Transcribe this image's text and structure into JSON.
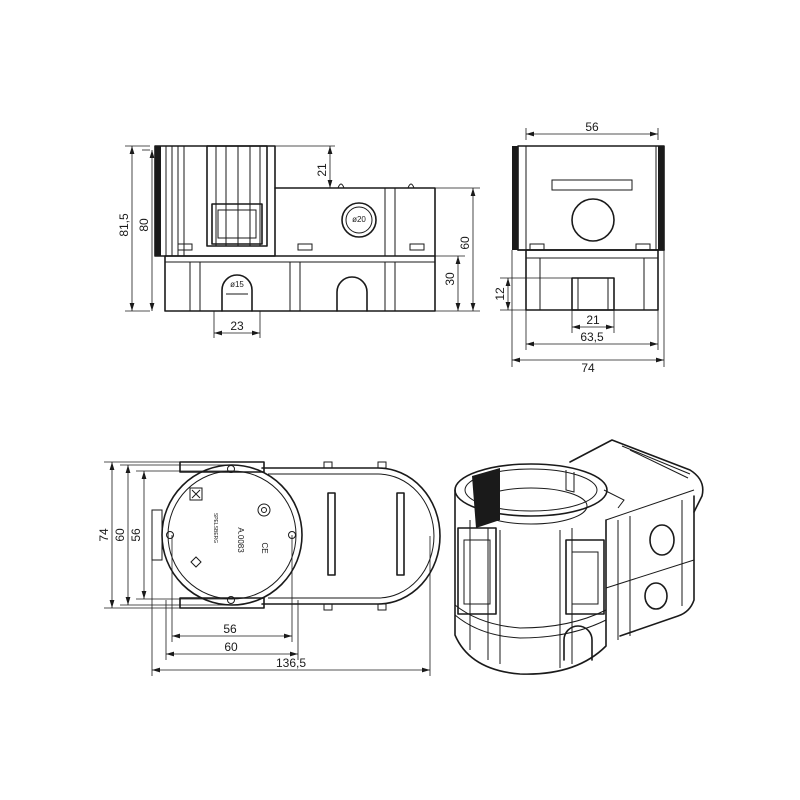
{
  "front_view": {
    "dim_total_height": "81,5",
    "dim_height": "80",
    "dim_top_offset": "21",
    "dim_body_height": "60",
    "dim_lower_height": "30",
    "dim_knockout_width": "23",
    "hole_small": "ø15",
    "hole_large": "ø20"
  },
  "side_view": {
    "dim_top_width": "56",
    "dim_slot_height": "12",
    "dim_slot_width": "21",
    "dim_base_width": "63,5",
    "dim_overall_width": "74"
  },
  "top_view": {
    "dim_overall_height": "74",
    "dim_outer_diameter": "60",
    "dim_inner_diameter": "56",
    "dim_width_56": "56",
    "dim_width_60": "60",
    "dim_total_length": "136,5",
    "part_number": "A.0083",
    "brand_text": "SPELSBERG",
    "ce_mark": "CE"
  }
}
